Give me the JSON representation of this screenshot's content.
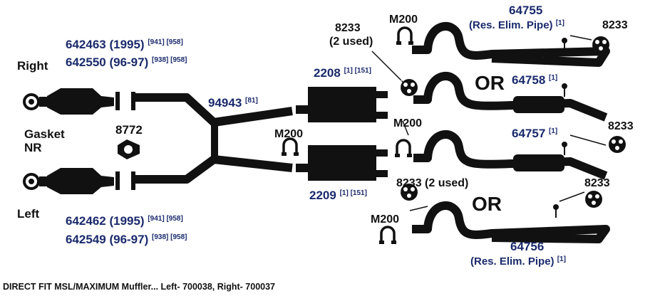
{
  "labels": {
    "right": "Right",
    "left": "Left",
    "gasket": "Gasket",
    "nr": "NR",
    "or_top": "OR",
    "or_bottom": "OR"
  },
  "parts": {
    "right_cat_1": "642463 (1995)",
    "right_cat_1_refs": "[941] [958]",
    "right_cat_2": "642550 (96-97)",
    "right_cat_2_refs": "[938] [958]",
    "left_cat_1": "642462 (1995)",
    "left_cat_1_refs": "[941] [958]",
    "left_cat_2": "642549 (96-97)",
    "left_cat_2_refs": "[938] [958]",
    "gasket_8772": "8772",
    "y_pipe": "94943",
    "y_pipe_ref": "[81]",
    "m200_center": "M200",
    "muffler_right": "2208",
    "muffler_right_refs": "[1] [151]",
    "muffler_left": "2209",
    "muffler_left_refs": "[1] [151]",
    "hanger_8233_2used_top_a": "8233",
    "hanger_8233_2used_top_b": "(2 used)",
    "m200_top": "M200",
    "tail_64755": "64755",
    "tail_64755_desc": "(Res. Elim. Pipe)",
    "tail_64755_ref": "[1]",
    "hanger_8233_a": "8233",
    "tail_64758": "64758",
    "tail_64758_ref": "[1]",
    "hanger_8233_b": "8233",
    "m200_mid": "M200",
    "tail_64757": "64757",
    "tail_64757_ref": "[1]",
    "hanger_8233_2used_mid": "8233 (2 used)",
    "hanger_8233_c": "8233",
    "m200_bottom": "M200",
    "tail_64756": "64756",
    "tail_64756_desc": "(Res. Elim. Pipe)",
    "tail_64756_ref": "[1]"
  },
  "footer": "DIRECT FIT MSL/MAXIMUM Muffler... Left- 700038, Right- 700037",
  "colors": {
    "part_number": "#1a2a6c",
    "label": "#111111",
    "pipe": "#111111"
  }
}
